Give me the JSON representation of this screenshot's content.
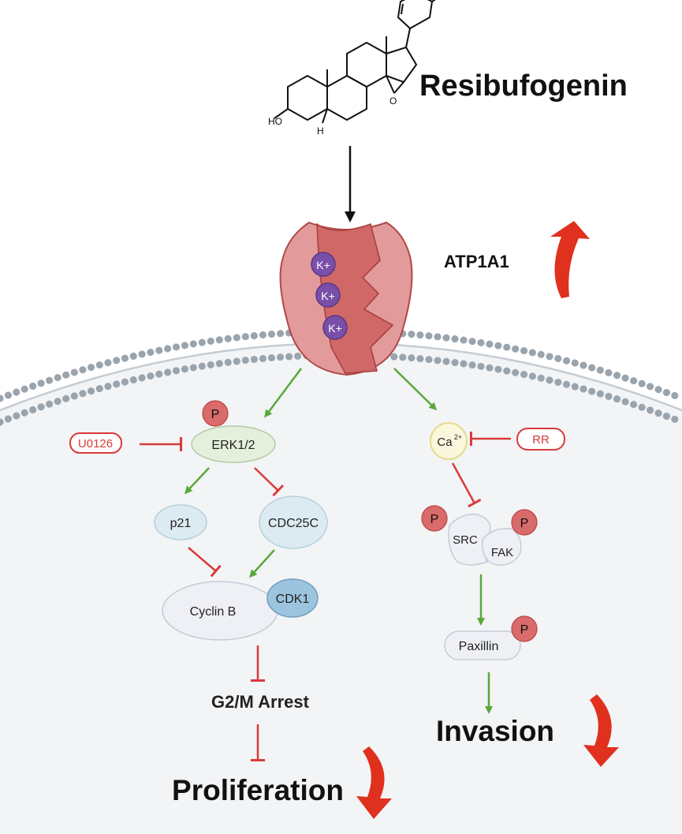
{
  "compound": {
    "name": "Resibufogenin",
    "ho_label": "HO",
    "h_label": "H",
    "o_label": "O"
  },
  "channel": {
    "name": "ATP1A1",
    "ions": [
      "K+",
      "K+",
      "K+"
    ]
  },
  "left_pathway": {
    "erk": "ERK1/2",
    "inhibitor": "U0126",
    "p21": "p21",
    "cdc25c": "CDC25C",
    "cyclin_b": "Cyclin B",
    "cdk1": "CDK1",
    "arrest": "G2/M Arrest",
    "outcome": "Proliferation"
  },
  "right_pathway": {
    "calcium": "Ca",
    "calcium_charge": "2+",
    "inhibitor": "RR",
    "src": "SRC",
    "fak": "FAK",
    "paxillin": "Paxillin",
    "outcome": "Invasion"
  },
  "phospho_label": "P",
  "colors": {
    "activation": "#5aa83a",
    "inhibition": "#d93a3a",
    "trend_arrow": "#e0301e",
    "channel_fill": "#e39a9a",
    "channel_inner": "#d06868",
    "ion_fill": "#7a4fa8",
    "phospho": "#d96b6b",
    "cytoplasm": "#f2f4f6"
  }
}
